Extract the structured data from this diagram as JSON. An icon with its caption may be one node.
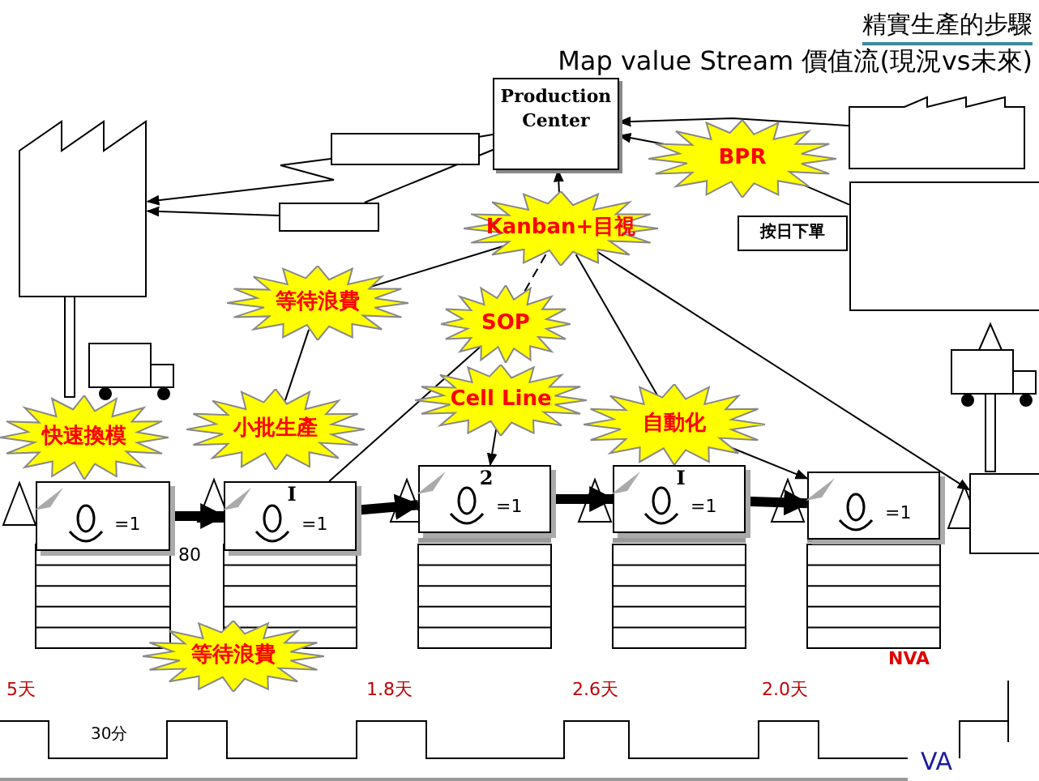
{
  "diagram": {
    "title": "精實生產的步驟",
    "nodes": [
      {
        "text": [
          "Production Center"
        ]
      },
      {
        "text": [],
        "shape": "box"
      },
      {
        "text": [],
        "shape": "box"
      },
      {
        "text": [],
        "shape": "box"
      },
      {
        "text": [],
        "shape": "box"
      },
      {
        "text": [
          "BPR"
        ]
      },
      {
        "text": [],
        "shape": "box"
      },
      {
        "text": [
          "按日下單"
        ]
      },
      {
        "text": [
          "Kanban+目視"
        ]
      },
      {
        "text": [
          "等待浪費"
        ]
      },
      {
        "text": [
          "SOP"
        ]
      },
      {
        "text": [
          "Cell Line"
        ]
      },
      {
        "text": [
          "快速換模"
        ]
      },
      {
        "text": [
          "小批生產"
        ]
      },
      {
        "text": [
          "自動化"
        ]
      },
      {
        "text": [
          "=1"
        ]
      },
      {
        "text": [
          "I",
          "=1"
        ]
      },
      {
        "text": [
          "2",
          "=1"
        ]
      },
      {
        "text": [
          "I",
          "=1"
        ]
      },
      {
        "text": [
          "=1"
        ]
      },
      {
        "text": [],
        "shape": "box"
      },
      {
        "text": [
          "等待浪費"
        ]
      }
    ],
    "edges": [
      {
        "from": 0,
        "to": 2,
        "arrow": "none"
      },
      {
        "from": 2,
        "to": 1,
        "arrow": "to"
      },
      {
        "from": 0,
        "to": 3,
        "arrow": "none"
      },
      {
        "from": 3,
        "to": 1,
        "arrow": "to"
      },
      {
        "from": 4,
        "to": 0,
        "arrow": "to"
      },
      {
        "from": 5,
        "to": 0,
        "arrow": "to"
      },
      {
        "from": 8,
        "to": 0,
        "arrow": "to"
      },
      {
        "from": 8,
        "to": 9,
        "arrow": "none"
      },
      {
        "from": 9,
        "to": 13,
        "arrow": "none"
      },
      {
        "from": 8,
        "to": 10,
        "arrow": "none",
        "style": "dashed"
      },
      {
        "from": 10,
        "to": 16,
        "arrow": "none"
      },
      {
        "from": 11,
        "to": 17,
        "arrow": "to"
      },
      {
        "from": 8,
        "to": 14,
        "arrow": "none"
      },
      {
        "from": 14,
        "to": 19,
        "arrow": "to"
      },
      {
        "from": 8,
        "to": 20,
        "arrow": "to"
      },
      {
        "from": 15,
        "to": 16,
        "arrow": "to",
        "style": "thick"
      },
      {
        "from": 16,
        "to": 17,
        "arrow": "to",
        "style": "thick"
      },
      {
        "from": 17,
        "to": 18,
        "arrow": "to",
        "style": "thick"
      },
      {
        "from": 18,
        "to": 19,
        "arrow": "to",
        "style": "thick"
      },
      {
        "from": 5,
        "to": 6,
        "arrow": "none"
      }
    ],
    "labels": [
      "Map value Stream 價值流(現況vs未來)",
      "80",
      "NVA",
      "5天",
      "1.8天",
      "2.6天",
      "2.0天",
      "30分",
      "VA"
    ]
  }
}
